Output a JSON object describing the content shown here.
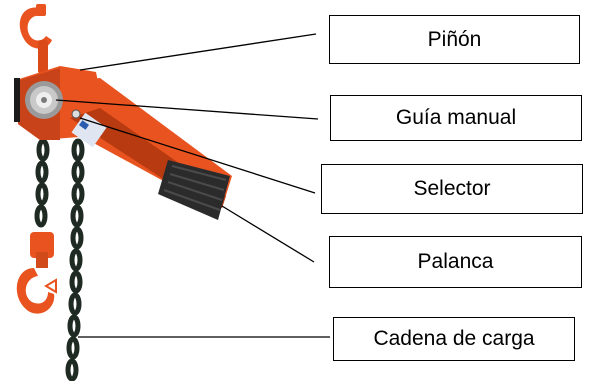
{
  "labels": {
    "pinion": "Piñón",
    "manual_guide": "Guía manual",
    "selector": "Selector",
    "lever": "Palanca",
    "load_chain": "Cadena de carga"
  },
  "colors": {
    "body_orange": "#e8531f",
    "dark_orange": "#b83a10",
    "chain": "#1e2a22",
    "grip": "#2b2b2b",
    "hub_silver": "#c9c9c9"
  }
}
